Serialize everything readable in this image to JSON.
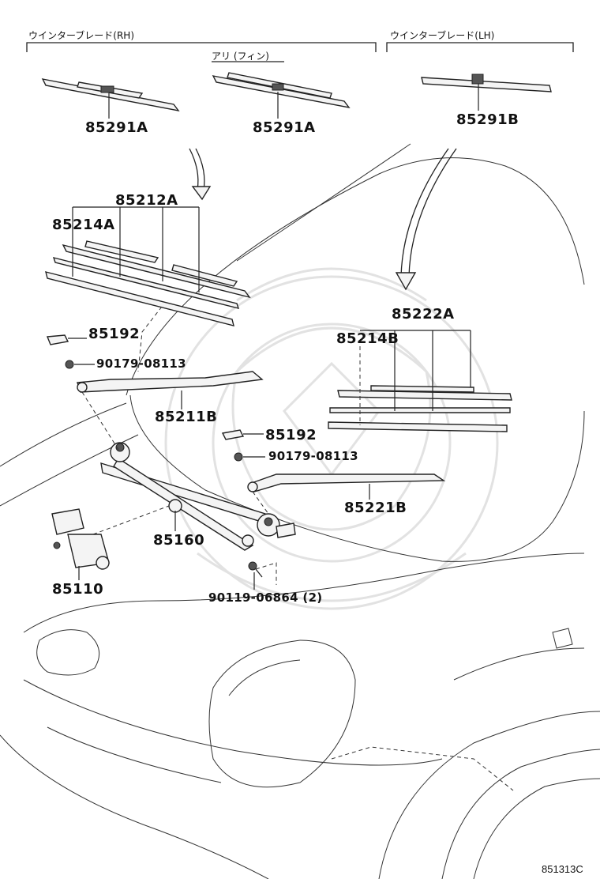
{
  "headers": {
    "rh": "ウインターブレード(RH)",
    "lh": "ウインターブレード(LH)",
    "option": "アリ (フィン)"
  },
  "labels": {
    "p85291A_left": "85291A",
    "p85291A_right": "85291A",
    "p85291B": "85291B",
    "p85212A": "85212A",
    "p85214A": "85214A",
    "p85222A": "85222A",
    "p85214B": "85214B",
    "p85192_left": "85192",
    "p90179_left": "90179-08113",
    "p85211B": "85211B",
    "p85192_right": "85192",
    "p90179_right": "90179-08113",
    "p85221B": "85221B",
    "p85160": "85160",
    "p85110": "85110",
    "p90119": "90119-06864 (2)"
  },
  "figure_ref": "851313C"
}
